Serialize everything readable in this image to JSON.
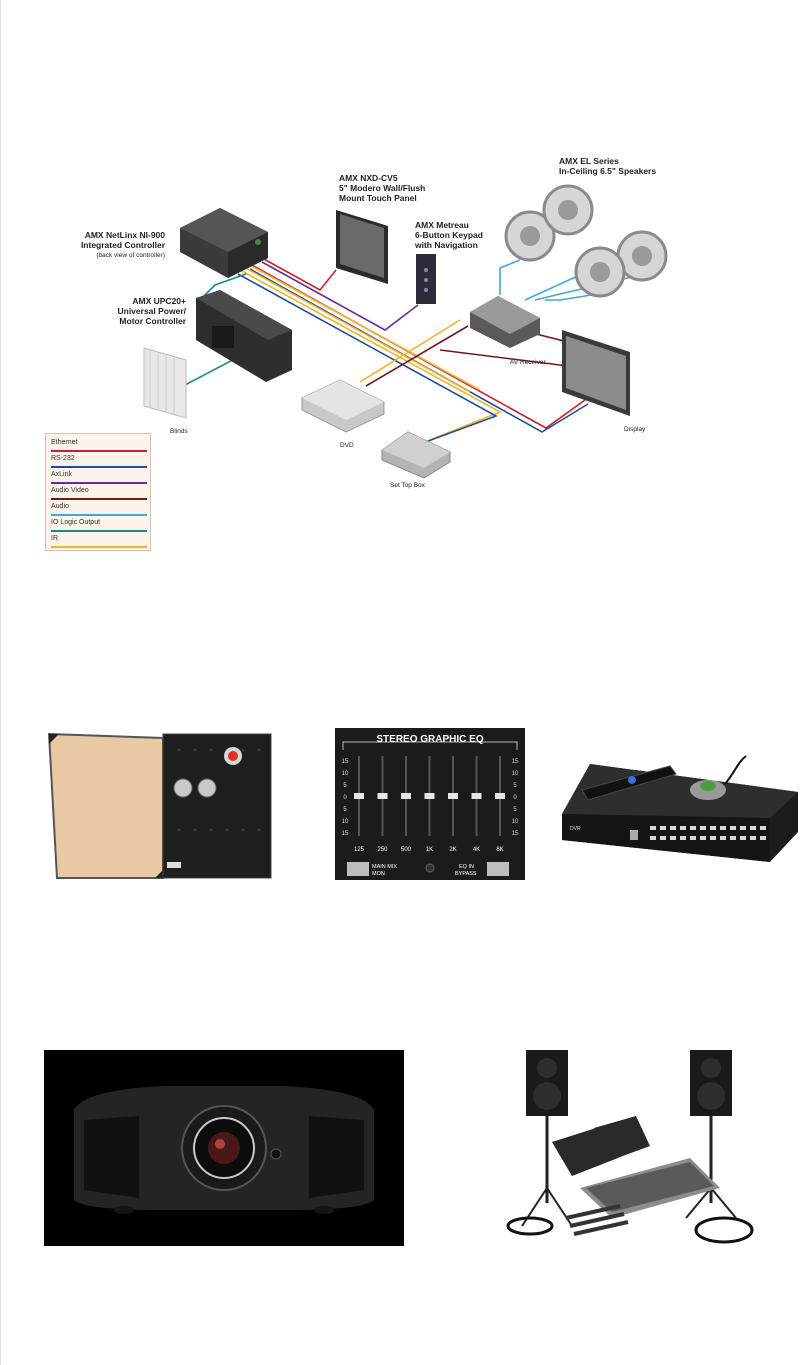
{
  "diagram": {
    "labels": {
      "netlinx_line1": "AMX NetLinx NI-900",
      "netlinx_line2": "Integrated Controller",
      "netlinx_note": "(back view of controller)",
      "upc_line1": "AMX UPC20+",
      "upc_line2": "Universal Power/",
      "upc_line3": "Motor Controller",
      "nxd_line1": "AMX NXD-CV5",
      "nxd_line2": "5\" Modero Wall/Flush",
      "nxd_line3": "Mount Touch Panel",
      "metreau_line1": "AMX Metreau",
      "metreau_line2": "6-Button Keypad",
      "metreau_line3": "with Navigation",
      "speakers_line1": "AMX EL Series",
      "speakers_line2": "In-Ceiling 6.5\" Speakers",
      "av_receiver": "AV Receiver",
      "display": "Display",
      "blinds": "Blinds",
      "dvd": "DVD",
      "set_top_box": "Set Top Box"
    },
    "legend": [
      {
        "label": "Ethernet",
        "color": "#c8202c"
      },
      {
        "label": "RS-232",
        "color": "#1f4f9c"
      },
      {
        "label": "AxLink",
        "color": "#6a2d8f"
      },
      {
        "label": "Audio Video",
        "color": "#6e1a1a"
      },
      {
        "label": "Audio",
        "color": "#3fa9d8"
      },
      {
        "label": "IO Logic Output",
        "color": "#1a8a8a"
      },
      {
        "label": "IR",
        "color": "#f0b428"
      }
    ]
  },
  "eq": {
    "title": "STEREO GRAPHIC EQ",
    "scale": [
      "15",
      "10",
      "5",
      "0",
      "5",
      "10",
      "15"
    ],
    "bands": [
      "125",
      "250",
      "500",
      "1K",
      "2K",
      "4K",
      "8K"
    ],
    "left_button_line1": "MAIN MIX",
    "left_button_line2": "MON",
    "right_button_line1": "EQ IN",
    "right_button_line2": "BYPASS"
  },
  "dvr": {
    "brand": "DVR"
  }
}
